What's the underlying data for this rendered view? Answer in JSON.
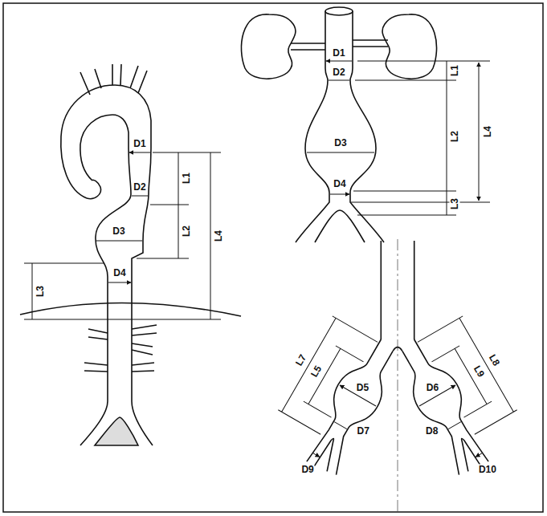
{
  "diagram": {
    "labels": [
      "D1",
      "D2",
      "D3",
      "D4",
      "L1",
      "L2",
      "L4",
      "L3",
      "D1",
      "D2",
      "D3",
      "D4",
      "L1",
      "L2",
      "L4",
      "L3",
      "L7",
      "L5",
      "D5",
      "D6",
      "L9",
      "L8",
      "D7",
      "D8",
      "D9",
      "D10"
    ]
  }
}
